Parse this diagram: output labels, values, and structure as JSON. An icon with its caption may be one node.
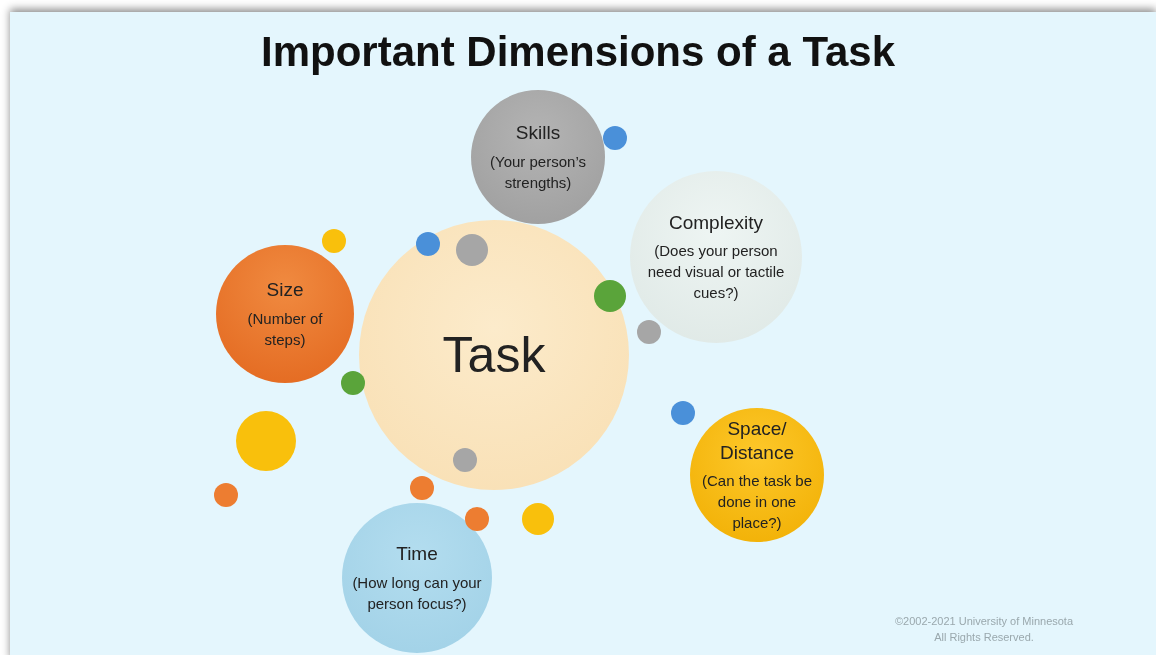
{
  "diagram": {
    "title": "Important Dimensions of a Task",
    "nodes": [
      {
        "text": [
          "Skills",
          "(Your person’s strengths)"
        ]
      },
      {
        "text": [
          "Complexity",
          "(Does your person need visual or tactile cues?)"
        ]
      },
      {
        "text": [
          "Size",
          "(Number of steps)"
        ]
      },
      {
        "text": [
          "Task"
        ]
      },
      {
        "text": [
          "Space/ Distance",
          "(Can the task be done in one place?)"
        ]
      },
      {
        "text": [
          "Time",
          "(How long can your person focus?)"
        ]
      }
    ],
    "labels": [
      "©2002-2021 University of Minnesota",
      "All Rights Reserved."
    ]
  }
}
